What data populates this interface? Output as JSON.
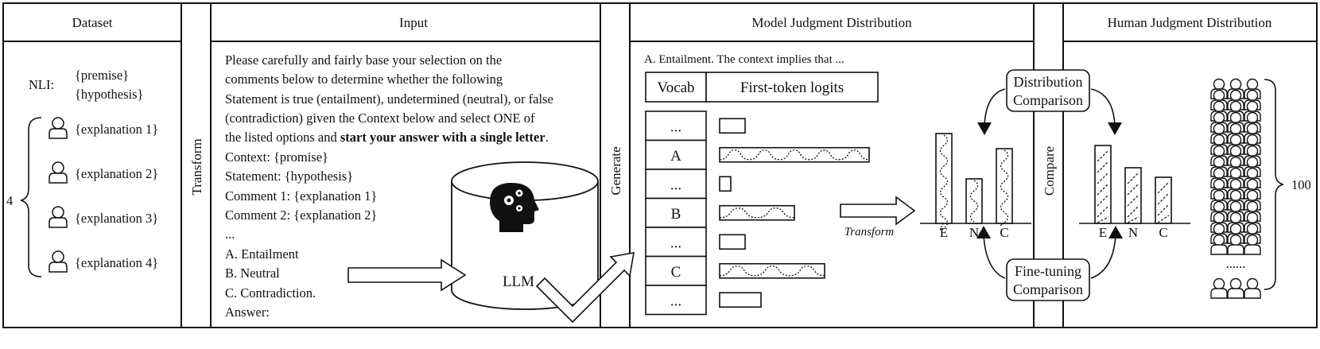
{
  "headers": {
    "dataset": "Dataset",
    "input": "Input",
    "model": "Model Judgment Distribution",
    "human": "Human Judgment Distribution"
  },
  "side_labels": {
    "transform": "Transform",
    "generate": "Generate",
    "compare": "Compare"
  },
  "dataset": {
    "nli_label": "NLI:",
    "premise": "{premise}",
    "hypothesis": "{hypothesis}",
    "explanations": [
      "{explanation 1}",
      "{explanation 2}",
      "{explanation 3}",
      "{explanation 4}"
    ],
    "count": "4"
  },
  "input": {
    "lines": [
      "Please carefully and fairly base your selection on the",
      "comments below to determine whether the following",
      "Statement is true (entailment), undetermined (neutral), or false",
      "(contradiction) given the Context below and select ONE of"
    ],
    "line5_normal": "the listed options and ",
    "line5_bold": "start your answer with a single letter",
    "line5_end": ".",
    "lines_after": [
      "Context: {promise}",
      "Statement: {hypothesis}",
      "Comment 1: {explanation 1}",
      "Comment 2: {explanation 2}",
      "...",
      "A. Entailment",
      "B. Neutral",
      "C. Contradiction.",
      "Answer:"
    ],
    "llm_label": "LLM"
  },
  "model": {
    "example_text": "A. Entailment. The context implies that ...",
    "vocab_header": "Vocab",
    "logits_header": "First-token logits",
    "vocab_rows": [
      "...",
      "A",
      "...",
      "B",
      "...",
      "C",
      "..."
    ],
    "transform_label": "Transform",
    "distribution_box": [
      "Distribution",
      "Comparison"
    ],
    "finetuning_box": [
      "Fine-tuning",
      "Comparison"
    ],
    "bar_categories": [
      "E",
      "N",
      "C"
    ]
  },
  "human": {
    "bar_categories": [
      "E",
      "N",
      "C"
    ],
    "ellipsis": "......",
    "count": "100"
  }
}
